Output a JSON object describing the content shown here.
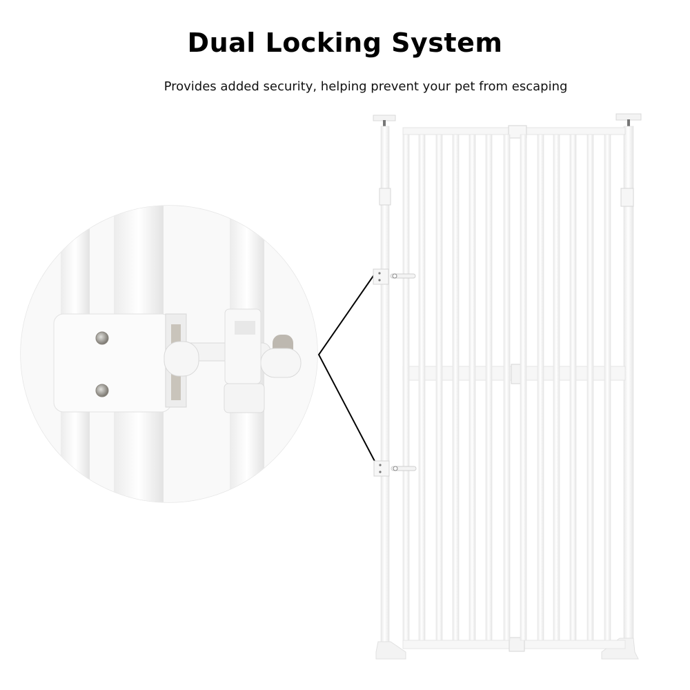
{
  "header": {
    "title": "Dual Locking System",
    "subtitle": "Provides added security, helping prevent your pet from escaping"
  },
  "illustration": {
    "product": "white pet gate",
    "zoom_callout": "latch close-up",
    "latch_count": 2,
    "colors": {
      "gate": "#ffffff",
      "gate_shadow": "#e4e4e4",
      "outline": "#d8d8d8",
      "callout_line": "#000000",
      "metal": "#a8a39b"
    }
  }
}
